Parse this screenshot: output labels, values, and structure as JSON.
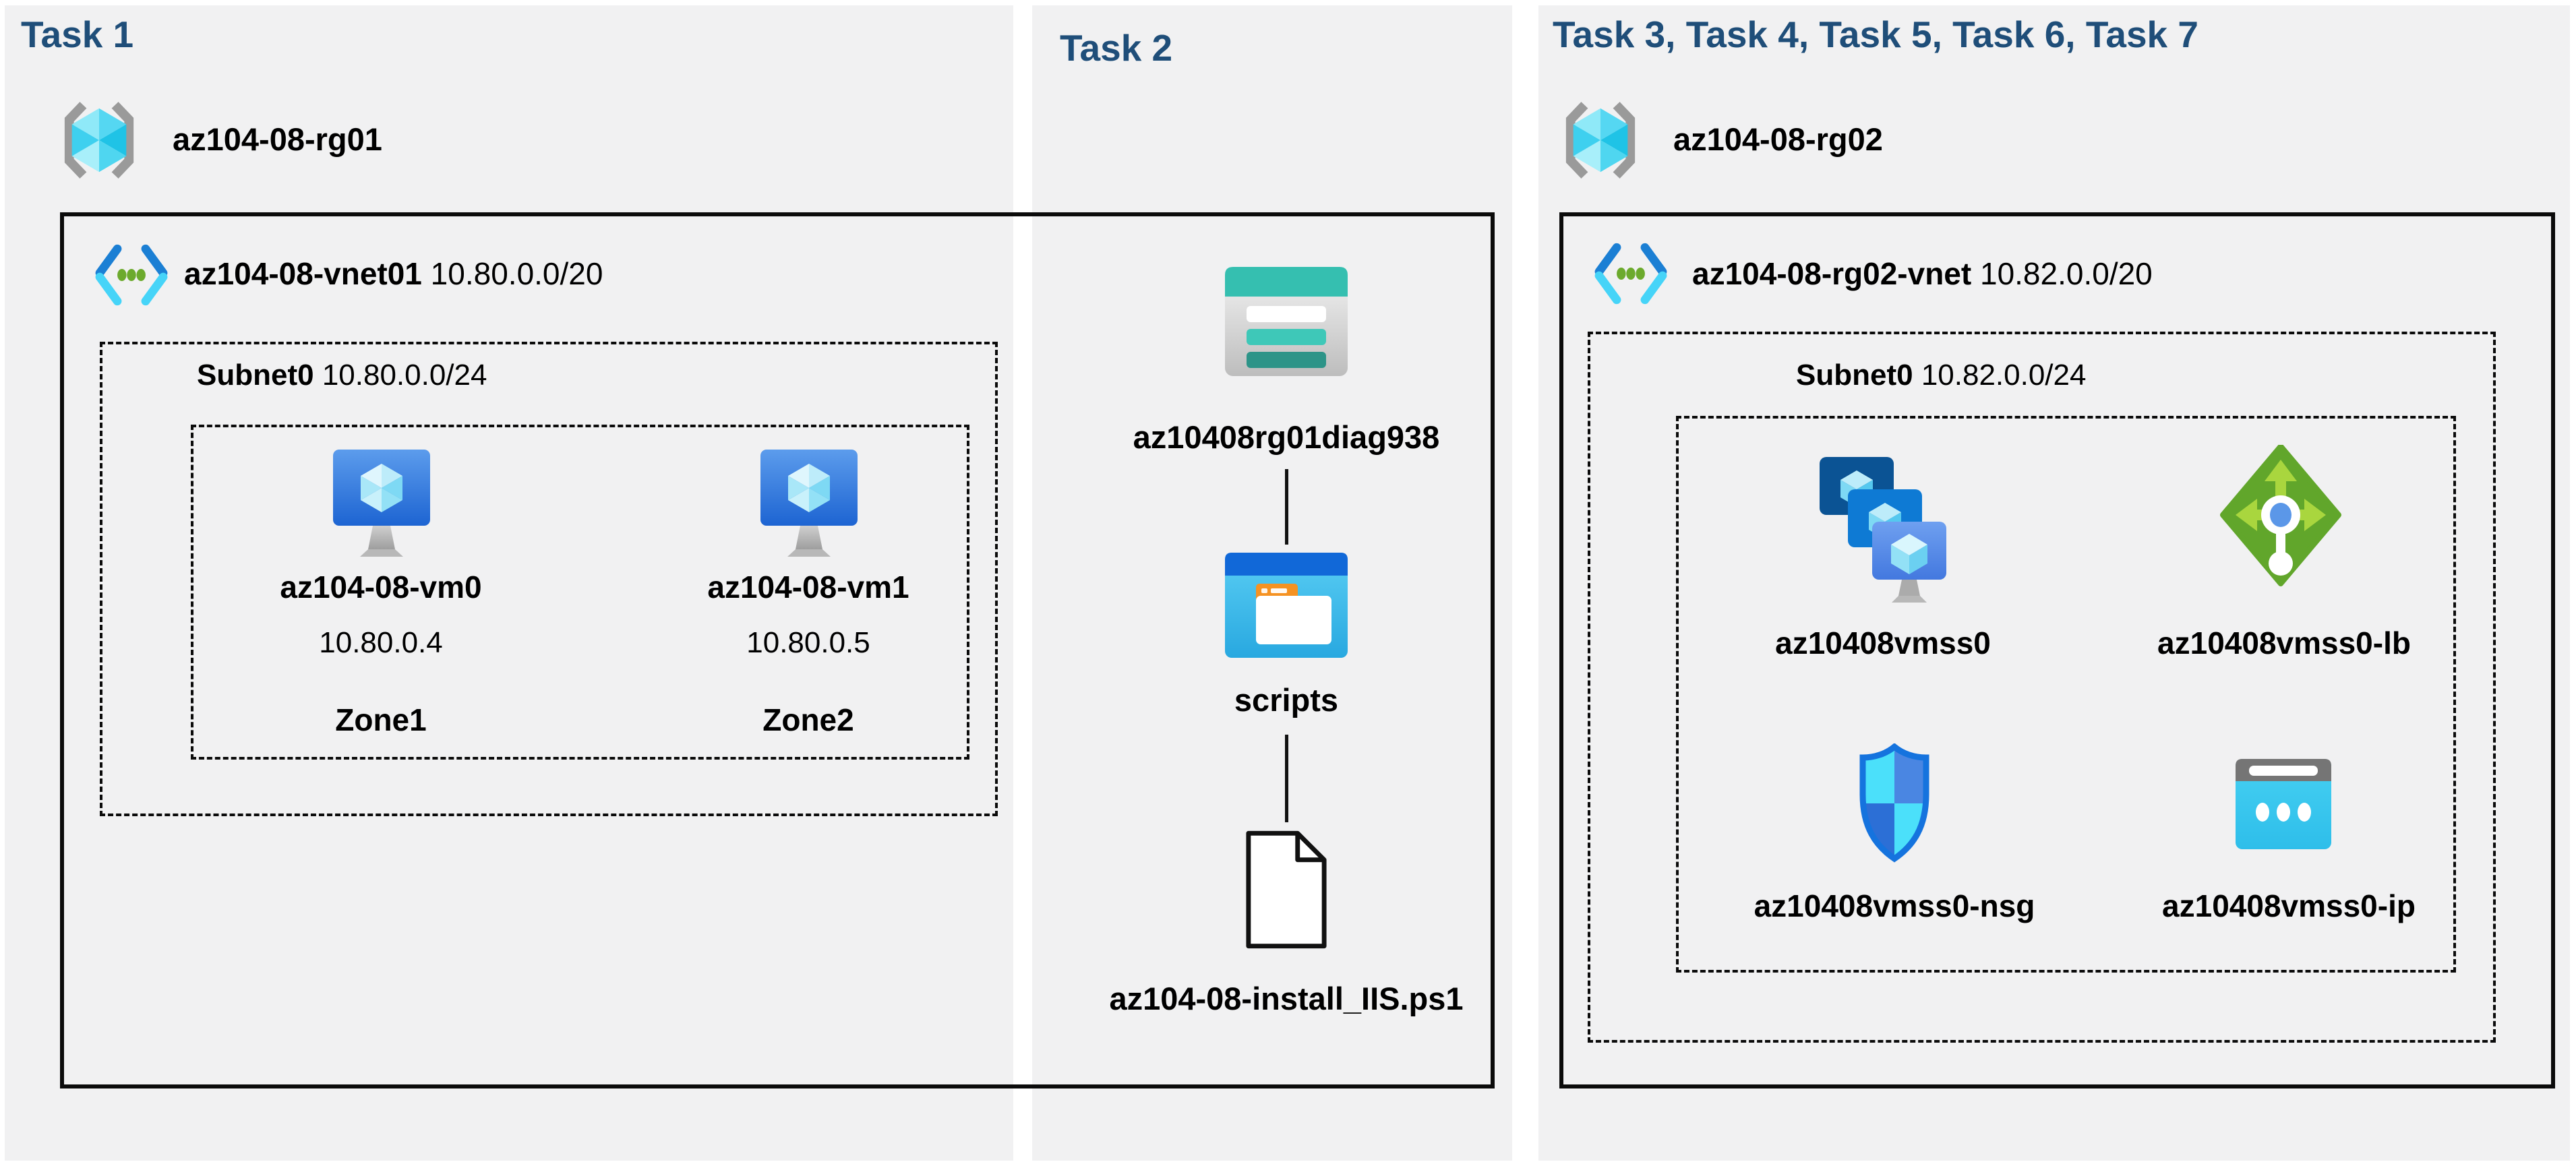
{
  "panels": {
    "task1": {
      "title": "Task 1",
      "resource_group": "az104-08-rg01",
      "vnet": {
        "name": "az104-08-vnet01",
        "cidr": "10.80.0.0/20"
      },
      "subnet": {
        "name": "Subnet0",
        "cidr": "10.80.0.0/24"
      },
      "vms": [
        {
          "name": "az104-08-vm0",
          "ip": "10.80.0.4",
          "zone": "Zone1"
        },
        {
          "name": "az104-08-vm1",
          "ip": "10.80.0.5",
          "zone": "Zone2"
        }
      ]
    },
    "task2": {
      "title": "Task 2",
      "storage_account": "az10408rg01diag938",
      "container": "scripts",
      "script_file": "az104-08-install_IIS.ps1"
    },
    "task3": {
      "title": "Task 3, Task 4, Task 5, Task 6, Task 7",
      "resource_group": "az104-08-rg02",
      "vnet": {
        "name": "az104-08-rg02-vnet",
        "cidr": "10.82.0.0/20"
      },
      "subnet": {
        "name": "Subnet0",
        "cidr": "10.82.0.0/24"
      },
      "resources": [
        {
          "name": "az10408vmss0",
          "type": "vm-scale-set"
        },
        {
          "name": "az10408vmss0-lb",
          "type": "load-balancer"
        },
        {
          "name": "az10408vmss0-nsg",
          "type": "network-security-group"
        },
        {
          "name": "az10408vmss0-ip",
          "type": "public-ip"
        }
      ]
    }
  },
  "icons": {
    "resource_group": "resource-group-icon",
    "virtual_network": "vnet-icon",
    "virtual_machine": "vm-icon",
    "storage_account": "storage-account-icon",
    "blob_container": "blob-container-icon",
    "script_file": "file-icon",
    "vm_scale_set": "vmss-icon",
    "load_balancer": "load-balancer-icon",
    "network_security_group": "nsg-icon",
    "public_ip": "public-ip-icon"
  },
  "colors": {
    "title": "#1F4E79",
    "label": "#000000",
    "panel_bg": "#F1F1F2",
    "border": "#0B0B0B",
    "azure_blue": "#1B7FD4",
    "azure_cyan": "#46D4F8",
    "vnet_dot_green": "#6CAA2D",
    "storage_teal": "#35BFB0",
    "lb_green": "#61A62B",
    "shield_outline_blue": "#1573DE"
  }
}
